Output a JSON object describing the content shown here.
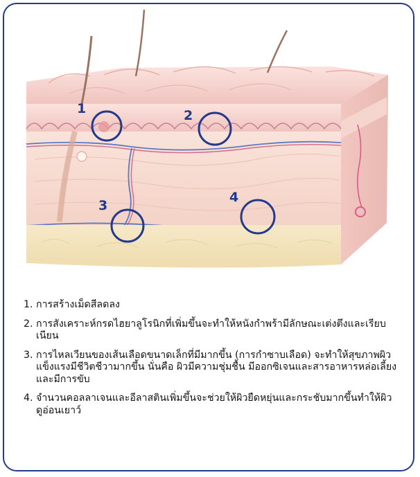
{
  "markers": [
    {
      "label": "1"
    },
    {
      "label": "2"
    },
    {
      "label": "3"
    },
    {
      "label": "4"
    }
  ],
  "captions": [
    {
      "number": "1.",
      "text": "การสร้างเม็ดสีลดลง"
    },
    {
      "number": "2.",
      "text": "การสังเคราะห์กรดไฮยาลูโรนิกที่เพิ่มขึ้นจะทำให้หนังกำพร้ามีลักษณะเต่งตึงและเรียบเนียน"
    },
    {
      "number": "3.",
      "text": "การไหลเวียนของเส้นเลือดขนาดเล็กที่มีมากขึ้น (การกำซาบเลือด) จะทำให้สุขภาพผิวแข็งแรงมีชีวิตชีวามากขึ้น นั่นคือ ผิวมีความชุ่มชื้น มีออกซิเจนและสารอาหารหล่อเลี้ยงและมีการขับ"
    },
    {
      "number": "4.",
      "text": "จำนวนคอลลาเจนและอีลาสตินเพิ่มขึ้นจะช่วยให้ผิวยืดหยุ่นและกระชับมากขึ้นทำให้ผิวดูอ่อนเยาว์"
    }
  ],
  "colors": {
    "frame": "#233a8c",
    "marker": "#233a8c",
    "epidermis": "#f1c7c2",
    "dermis": "#f7ddd4",
    "fat": "#f3e2bb"
  }
}
